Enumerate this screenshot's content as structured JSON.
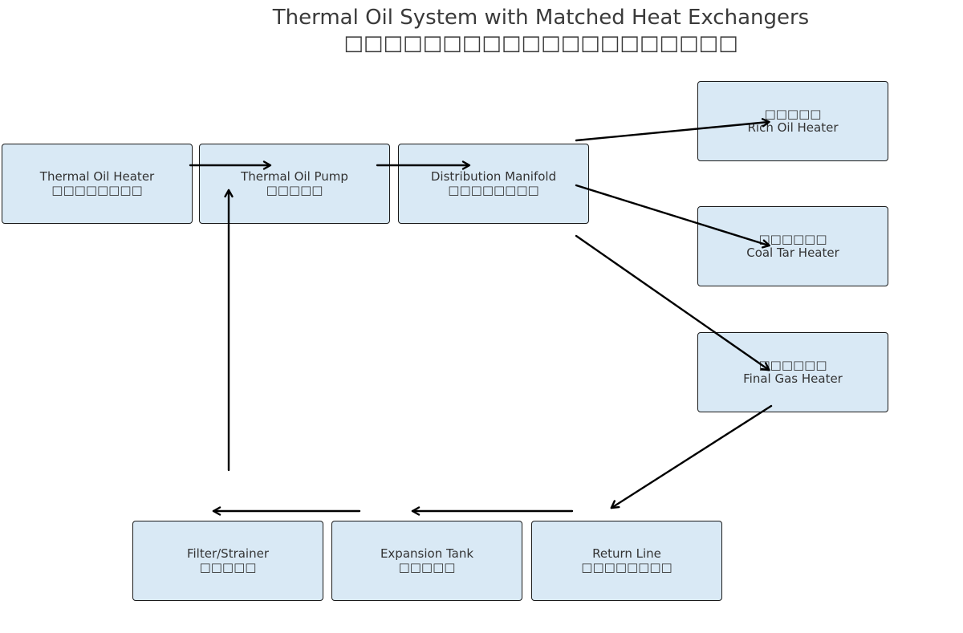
{
  "title": {
    "line1": "Thermal Oil System with Matched Heat Exchangers",
    "line2": "□□□□□□□□□□□□□□□□□□□□"
  },
  "nodes": {
    "thermal_oil_heater": {
      "en": "Thermal Oil Heater",
      "cn": "□□□□□□□□"
    },
    "thermal_oil_pump": {
      "en": "Thermal Oil Pump",
      "cn": "□□□□□"
    },
    "distribution_manifold": {
      "en": "Distribution Manifold",
      "cn": "□□□□□□□□"
    },
    "rich_oil_heater": {
      "cn": "□□□□□",
      "en": "Rich Oil Heater"
    },
    "coal_tar_heater": {
      "cn": "□□□□□□",
      "en": "Coal Tar Heater"
    },
    "final_gas_heater": {
      "cn": "□□□□□□",
      "en": "Final Gas Heater"
    },
    "filter_strainer": {
      "en": "Filter/Strainer",
      "cn": "□□□□□"
    },
    "expansion_tank": {
      "en": "Expansion Tank",
      "cn": "□□□□□"
    },
    "return_line": {
      "en": "Return Line",
      "cn": "□□□□□□□□"
    }
  },
  "edges": [
    {
      "from": "thermal_oil_heater",
      "to": "thermal_oil_pump"
    },
    {
      "from": "thermal_oil_pump",
      "to": "distribution_manifold"
    },
    {
      "from": "distribution_manifold",
      "to": "rich_oil_heater"
    },
    {
      "from": "distribution_manifold",
      "to": "coal_tar_heater"
    },
    {
      "from": "distribution_manifold",
      "to": "final_gas_heater"
    },
    {
      "from": "final_gas_heater",
      "to": "return_line"
    },
    {
      "from": "return_line",
      "to": "expansion_tank"
    },
    {
      "from": "expansion_tank",
      "to": "filter_strainer"
    },
    {
      "from": "filter_strainer",
      "to": "thermal_oil_pump"
    }
  ]
}
